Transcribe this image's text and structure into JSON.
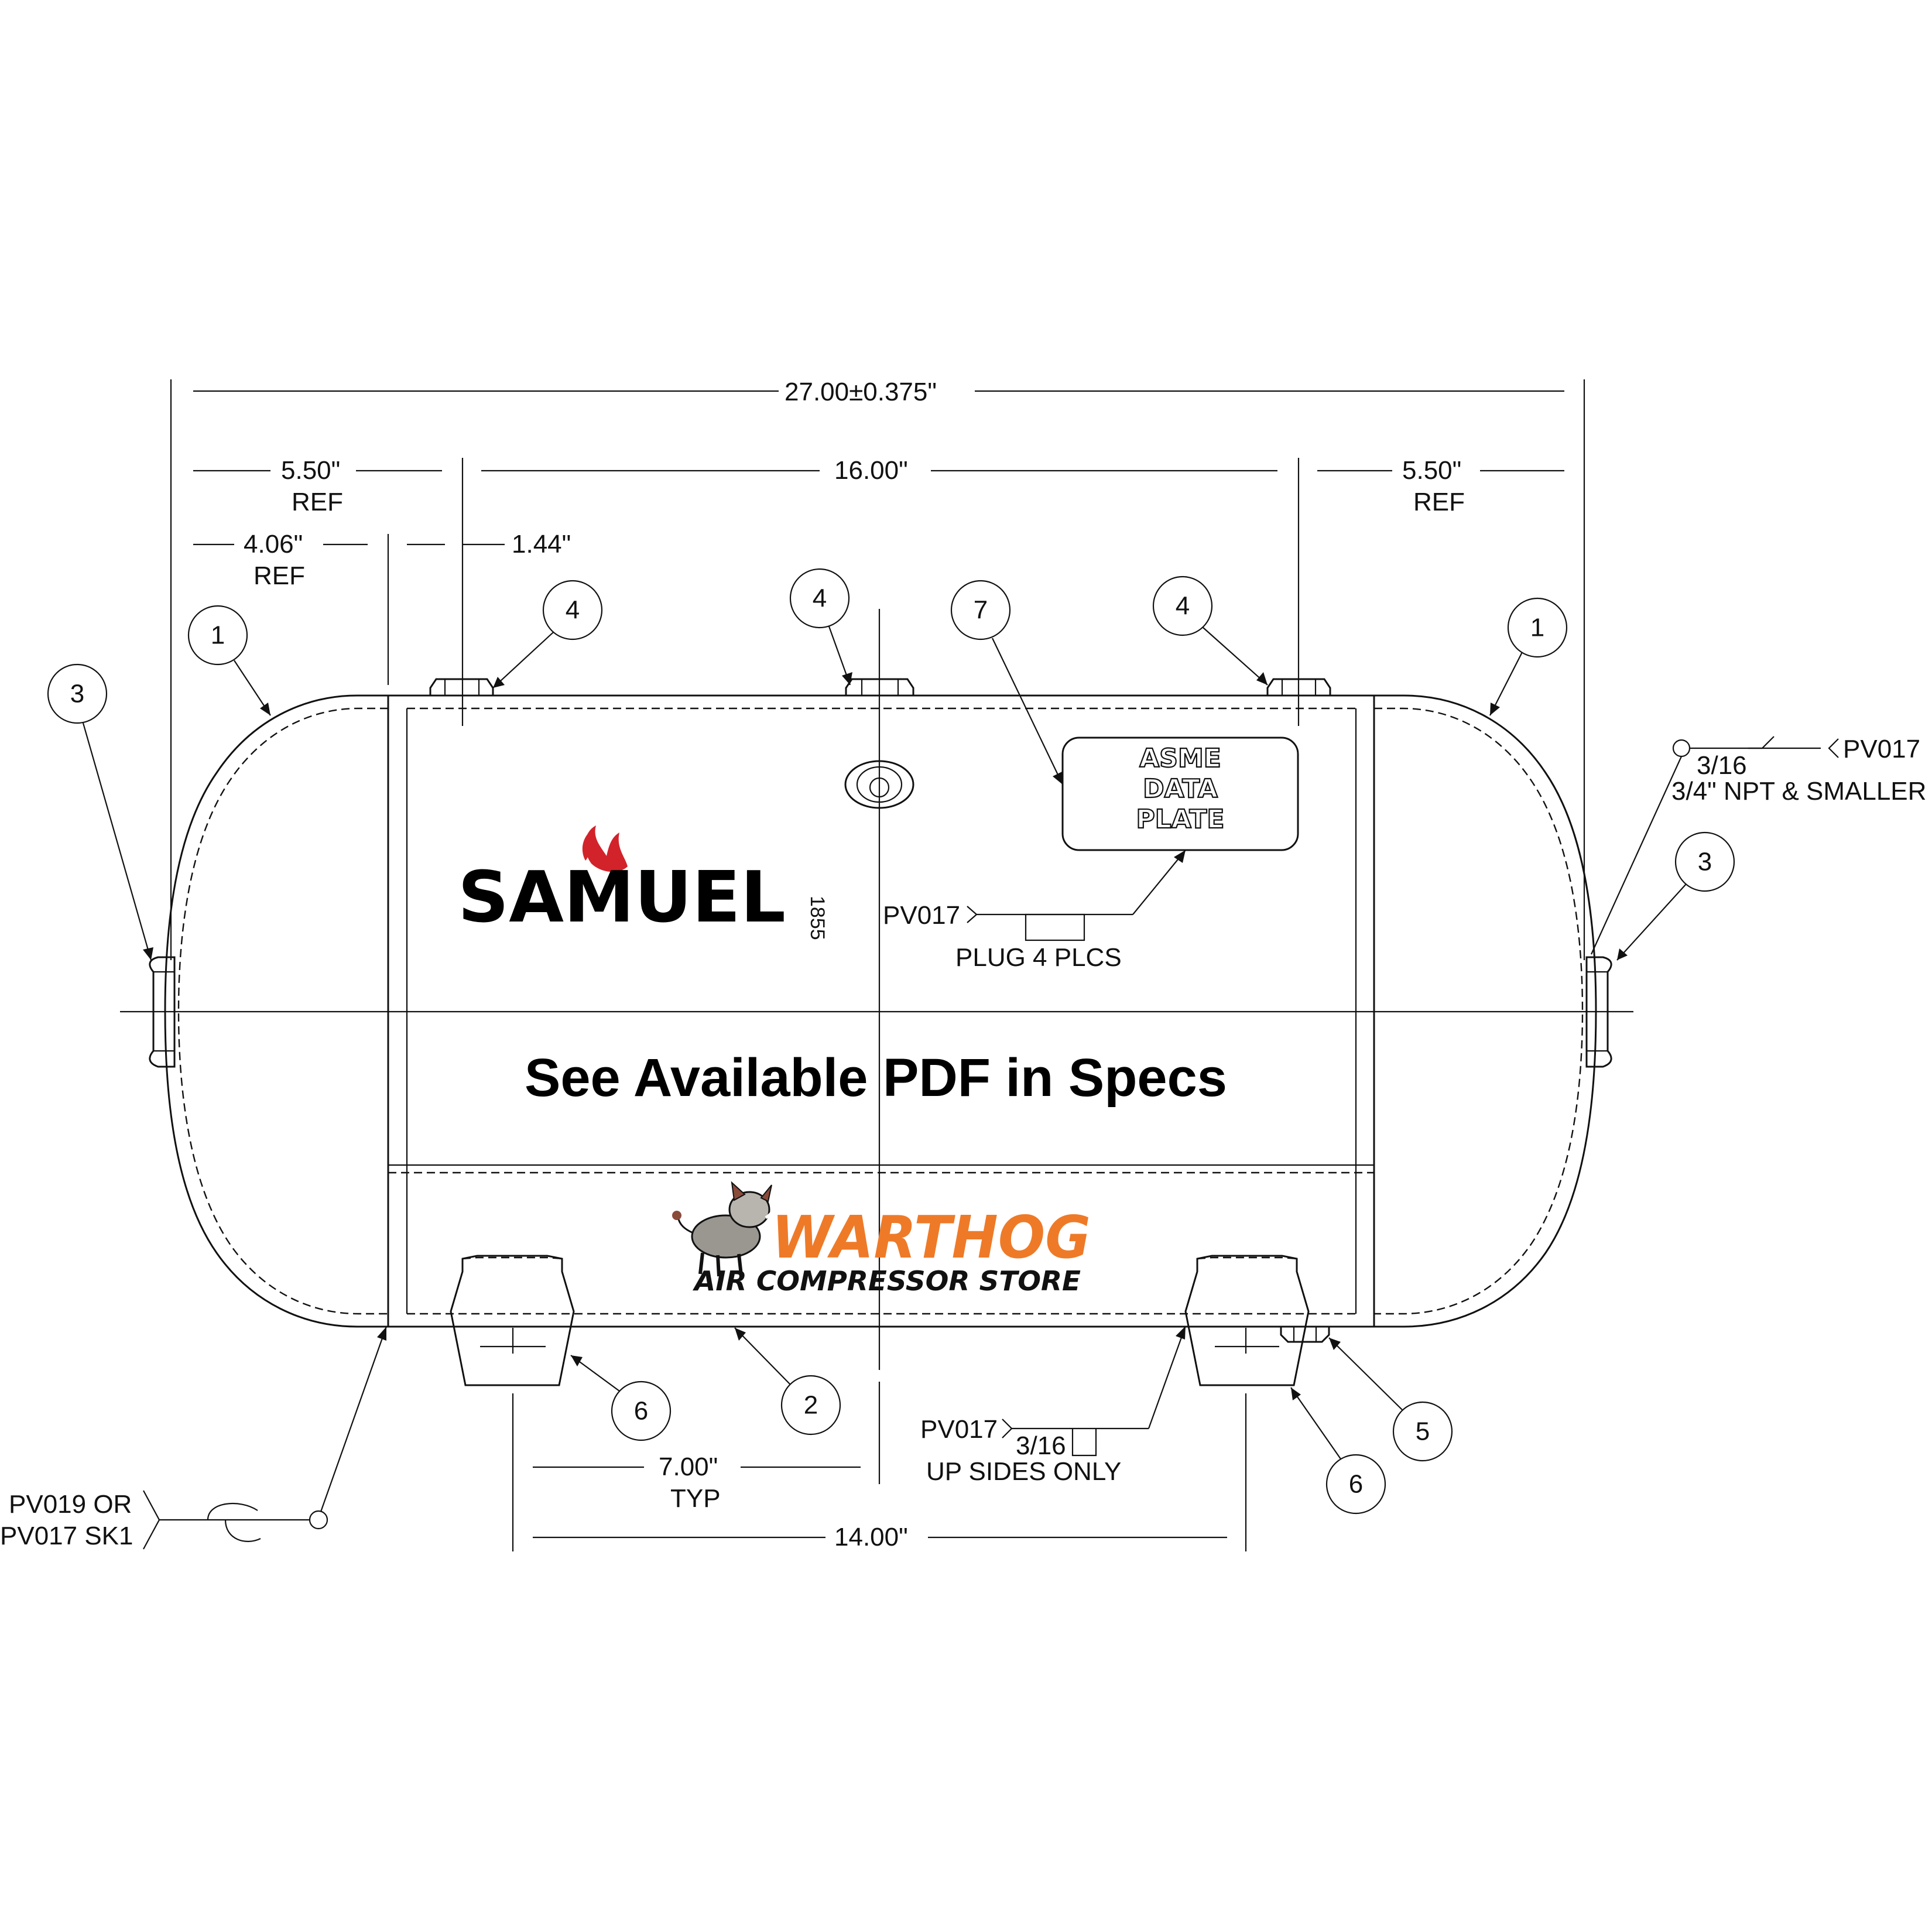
{
  "dimensions": {
    "overall_length": "27.00±0.375\"",
    "head_left": "5.50\"",
    "head_left_ref": "REF",
    "coupling_spacing": "16.00\"",
    "head_right": "5.50\"",
    "head_right_ref": "REF",
    "straight_flange": "4.06\"",
    "straight_flange_ref": "REF",
    "coupling_offset": "1.44\"",
    "saddle_width": "7.00\"",
    "saddle_width_note": "TYP",
    "saddle_spacing": "14.00\""
  },
  "balloons": {
    "head_left": "1",
    "head_right": "1",
    "fitting_left": "3",
    "fitting_right": "3",
    "coupling_left": "4",
    "coupling_center": "4",
    "coupling_right": "4",
    "nameplate": "7",
    "shell": "2",
    "saddle_left": "6",
    "saddle_right": "6",
    "drain": "5"
  },
  "nameplate": {
    "line1": "ASME",
    "line2": "DATA",
    "line3": "PLATE"
  },
  "weld_notes": {
    "plug_spec": "PV017",
    "plug_note": "PLUG 4 PLCS",
    "fitting_spec": "PV017",
    "fitting_size": "3/16",
    "fitting_note": "3/4\" NPT & SMALLER",
    "saddle_spec": "PV017",
    "saddle_size": "3/16",
    "saddle_note": "UP SIDES ONLY",
    "seam_spec_line1": "PV019 OR",
    "seam_spec_line2": "PV017 SK1"
  },
  "watermark": "See Available PDF in Specs",
  "logos": {
    "samuel": "SAMUEL",
    "samuel_year": "1855",
    "warthog": "WARTHOG",
    "warthog_sub": "AIR COMPRESSOR STORE"
  },
  "colors": {
    "line": "#111111",
    "samuel_flame": "#d2232a",
    "warthog_orange": "#ee7a28"
  }
}
